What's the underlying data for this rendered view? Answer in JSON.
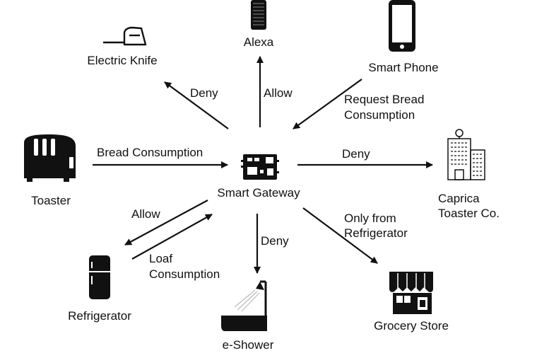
{
  "nodes": {
    "electric_knife": {
      "label": "Electric Knife",
      "icon": "electric-knife-icon"
    },
    "alexa": {
      "label": "Alexa",
      "icon": "smart-speaker-icon"
    },
    "smart_phone": {
      "label": "Smart Phone",
      "icon": "smartphone-icon"
    },
    "toaster": {
      "label": "Toaster",
      "icon": "toaster-icon"
    },
    "smart_gateway": {
      "label": "Smart Gateway",
      "icon": "circuit-board-icon"
    },
    "caprica": {
      "label_line1": "Caprica",
      "label_line2": "Toaster Co.",
      "icon": "office-building-icon"
    },
    "refrigerator": {
      "label": "Refrigerator",
      "icon": "refrigerator-icon"
    },
    "e_shower": {
      "label": "e-Shower",
      "icon": "bathtub-shower-icon"
    },
    "grocery_store": {
      "label": "Grocery Store",
      "icon": "storefront-icon"
    }
  },
  "edges": {
    "gateway_to_knife": "Deny",
    "gateway_to_alexa": "Allow",
    "phone_to_gateway": {
      "line1": "Request Bread",
      "line2": "Consumption"
    },
    "toaster_to_gateway": "Bread Consumption",
    "gateway_to_caprica": "Deny",
    "gateway_to_refrigerator": "Allow",
    "refrigerator_to_gateway": {
      "line1": "Loaf",
      "line2": "Consumption"
    },
    "gateway_to_shower": "Deny",
    "gateway_to_grocery": {
      "line1": "Only from",
      "line2": "Refrigerator"
    }
  },
  "colors": {
    "ink": "#111111",
    "background": "#ffffff"
  }
}
